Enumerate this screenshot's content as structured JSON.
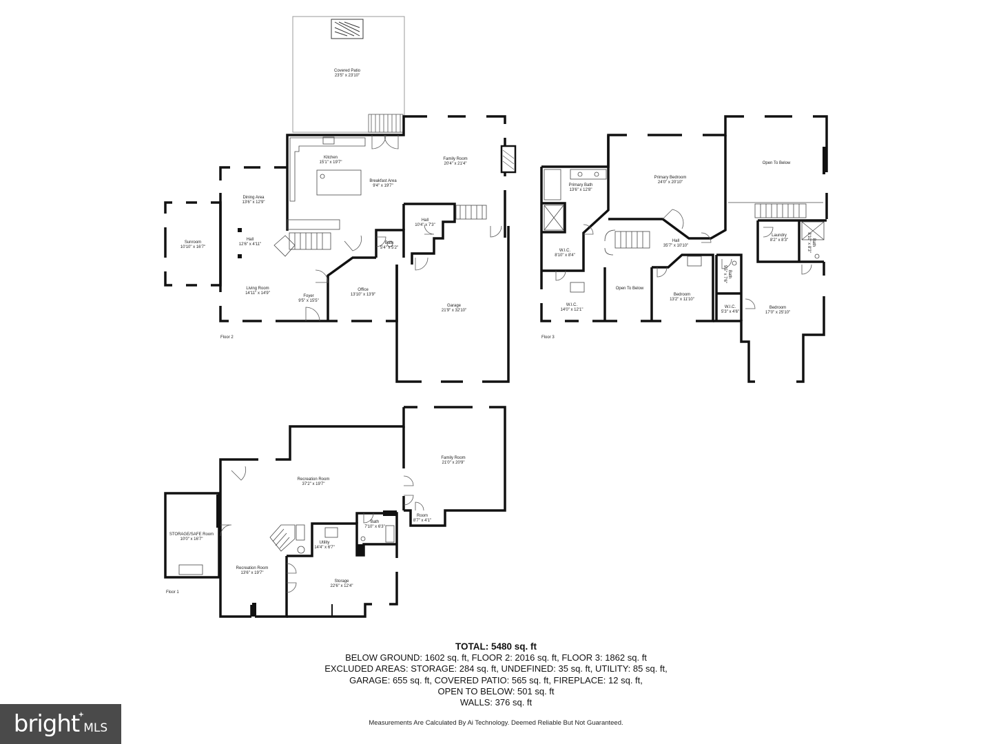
{
  "floors": [
    {
      "label": "Floor 2",
      "rooms": [
        {
          "name": "Covered Patio",
          "dims": "23'5\" x 23'10\""
        },
        {
          "name": "Kitchen",
          "dims": "15'1\" x 19'7\""
        },
        {
          "name": "Family Room",
          "dims": "20'4\" x 21'4\""
        },
        {
          "name": "Breakfast Area",
          "dims": "9'4\" x 19'7\""
        },
        {
          "name": "Dining Area",
          "dims": "13'6\" x 12'9\""
        },
        {
          "name": "Sunroom",
          "dims": "10'10\" x 16'7\""
        },
        {
          "name": "Hall",
          "dims": "12'6\" x 4'11\""
        },
        {
          "name": "Hall",
          "dims": "10'4\" x 7'3\""
        },
        {
          "name": "Bath",
          "dims": "5'4\" x 5'2\""
        },
        {
          "name": "Living Room",
          "dims": "14'11\" x 14'9\""
        },
        {
          "name": "Foyer",
          "dims": "9'5\" x 15'5\""
        },
        {
          "name": "Office",
          "dims": "13'10\" x 13'9\""
        },
        {
          "name": "Garage",
          "dims": "21'9\" x 32'10\""
        }
      ]
    },
    {
      "label": "Floor 3",
      "rooms": [
        {
          "name": "Primary Bath",
          "dims": "13'6\" x 12'8\""
        },
        {
          "name": "Primary Bedroom",
          "dims": "24'0\" x 20'10\""
        },
        {
          "name": "Open To Below",
          "dims": ""
        },
        {
          "name": "W.I.C.",
          "dims": "8'10\" x 8'4\""
        },
        {
          "name": "Hall",
          "dims": "35'7\" x 10'10\""
        },
        {
          "name": "Laundry",
          "dims": "8'2\" x 8'3\""
        },
        {
          "name": "Bath",
          "dims": "8'10\" x 8'3\""
        },
        {
          "name": "W.I.C.",
          "dims": "14'0\" x 12'1\""
        },
        {
          "name": "Open To Below",
          "dims": ""
        },
        {
          "name": "Bedroom",
          "dims": "13'2\" x 11'10\""
        },
        {
          "name": "Bath",
          "dims": "5'5\" x 7'6\""
        },
        {
          "name": "W.I.C.",
          "dims": "5'3\" x 4'6\""
        },
        {
          "name": "Bedroom",
          "dims": "17'0\" x 25'10\""
        }
      ]
    },
    {
      "label": "Floor 1",
      "rooms": [
        {
          "name": "Family Room",
          "dims": "21'0\" x 20'9\""
        },
        {
          "name": "Recreation Room",
          "dims": "37'2\" x 19'7\""
        },
        {
          "name": "Room",
          "dims": "8'7\" x 4'1\""
        },
        {
          "name": "Bath",
          "dims": "7'10\" x 6'3\""
        },
        {
          "name": "STORAGE/SAFE Room",
          "dims": "10'0\" x 16'7\""
        },
        {
          "name": "Utility",
          "dims": "14'4\" x 6'7\""
        },
        {
          "name": "Recreation Room",
          "dims": "13'6\" x 19'7\""
        },
        {
          "name": "Storage",
          "dims": "22'6\" x 12'4\""
        }
      ]
    }
  ],
  "summary": {
    "total": "TOTAL: 5480 sq. ft",
    "lines": [
      "BELOW GROUND: 1602 sq. ft, FLOOR 2: 2016 sq. ft, FLOOR 3: 1862 sq. ft",
      "EXCLUDED AREAS: STORAGE: 284 sq. ft, UNDEFINED: 35 sq. ft, UTILITY: 85 sq. ft,",
      "GARAGE: 655 sq. ft, COVERED PATIO: 565 sq. ft, FIREPLACE: 12 sq. ft,",
      "OPEN TO BELOW: 501 sq. ft",
      "WALLS: 376 sq. ft"
    ]
  },
  "disclaimer": "Measurements Are Calculated By Ai Technology. Deemed Reliable But Not Guaranteed.",
  "brand": {
    "word": "bright",
    "suffix": "MLS"
  },
  "colors": {
    "wall": "#111111",
    "background": "#ffffff",
    "brand_bg": "#4a4a4a",
    "thin_line": "#999999"
  }
}
